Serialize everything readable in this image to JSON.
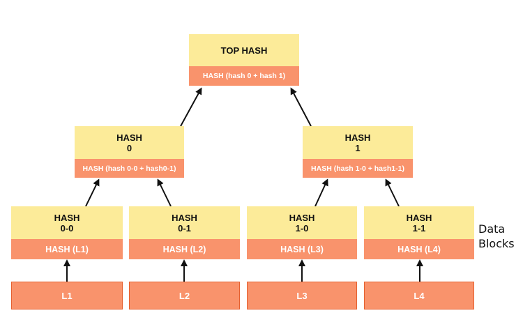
{
  "top": {
    "title": "TOP HASH",
    "formula": "HASH (hash 0 + hash 1)"
  },
  "level1": [
    {
      "title": "HASH",
      "index": "0",
      "formula": "HASH (hash 0-0 + hash0-1)"
    },
    {
      "title": "HASH",
      "index": "1",
      "formula": "HASH (hash 1-0 + hash1-1)"
    }
  ],
  "level2": [
    {
      "title": "HASH",
      "index": "0-0",
      "formula": "HASH (L1)"
    },
    {
      "title": "HASH",
      "index": "0-1",
      "formula": "HASH (L2)"
    },
    {
      "title": "HASH",
      "index": "1-0",
      "formula": "HASH (L3)"
    },
    {
      "title": "HASH",
      "index": "1-1",
      "formula": "HASH (L4)"
    }
  ],
  "blocks": [
    "L1",
    "L2",
    "L3",
    "L4"
  ],
  "side_label": {
    "line1": "Data",
    "line2": "Blocks"
  },
  "colors": {
    "hash_fill": "#fceb99",
    "formula_fill": "#f9936c",
    "block_border": "#e5602f",
    "arrow": "#111111"
  }
}
